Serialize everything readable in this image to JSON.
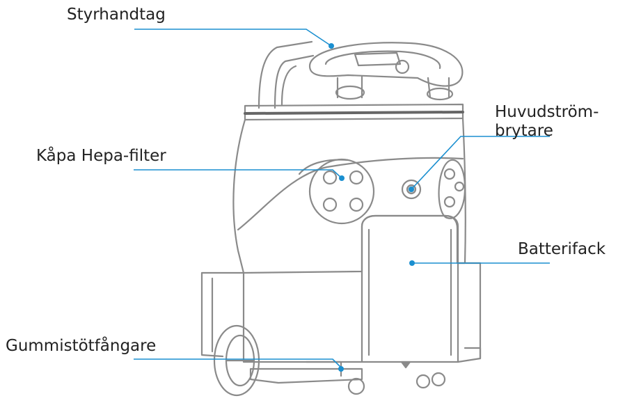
{
  "labels": {
    "handle": "Styrhandtag",
    "hepa_cover": "Kåpa Hepa-filter",
    "main_switch_line1": "Huvudström-",
    "main_switch_line2": "brytare",
    "battery": "Batterifack",
    "bumper": "Gummistötfångare"
  },
  "colors": {
    "callout": "#1a8fd0",
    "outline": "#8a8a8a",
    "text": "#222222"
  }
}
